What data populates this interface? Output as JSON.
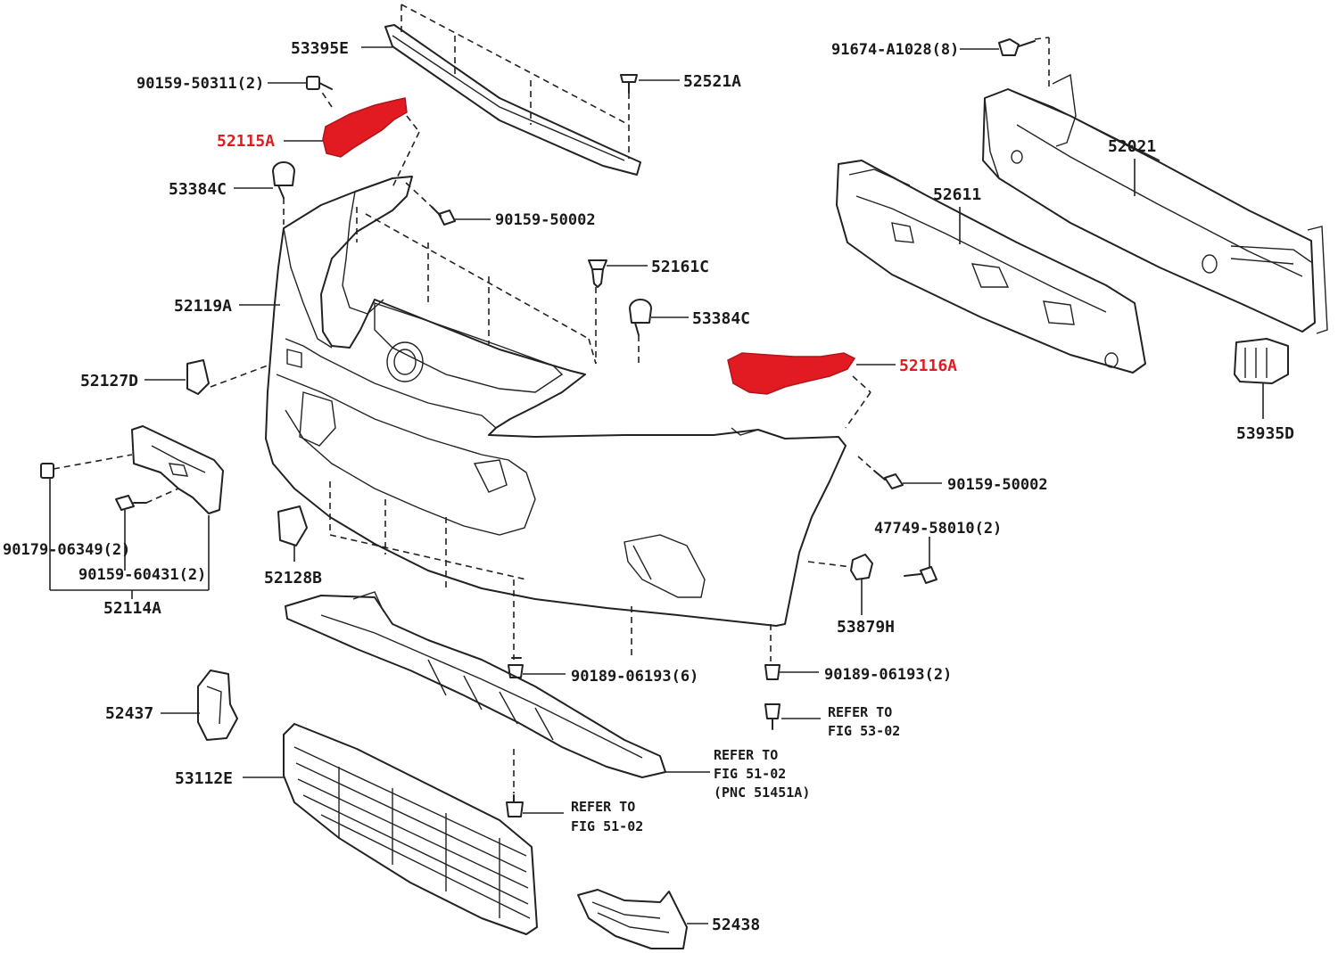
{
  "colors": {
    "highlight": "#e21b23",
    "line": "#222222"
  },
  "labels": {
    "p53395E": "53395E",
    "p90159_50311": "90159-50311(2)",
    "p52521A": "52521A",
    "p52115A": "52115A",
    "p53384C_top": "53384C",
    "p90159_50002_top": "90159-50002",
    "p52161C": "52161C",
    "p52119A": "52119A",
    "p53384C_mid": "53384C",
    "p52127D": "52127D",
    "p52116A": "52116A",
    "p91674_A1028": "91674-A1028(8)",
    "p52021": "52021",
    "p52611": "52611",
    "p53935D": "53935D",
    "p90159_50002_right": "90159-50002",
    "p47749_58010": "47749-58010(2)",
    "p53879H": "53879H",
    "p90179_06349": "90179-06349(2)",
    "p90159_60431": "90159-60431(2)",
    "p52114A": "52114A",
    "p52128B": "52128B",
    "p90189_06193_6": "90189-06193(6)",
    "p90189_06193_2": "90189-06193(2)",
    "p52437": "52437",
    "p53112E": "53112E",
    "p52438": "52438"
  },
  "references": {
    "ref_fig53_line1": "REFER TO",
    "ref_fig53_line2": "FIG 53-02",
    "ref_fig51a_line1": "REFER TO",
    "ref_fig51a_line2": "FIG 51-02",
    "ref_fig51a_line3": "(PNC 51451A)",
    "ref_fig51b_line1": "REFER TO",
    "ref_fig51b_line2": "FIG 51-02"
  }
}
